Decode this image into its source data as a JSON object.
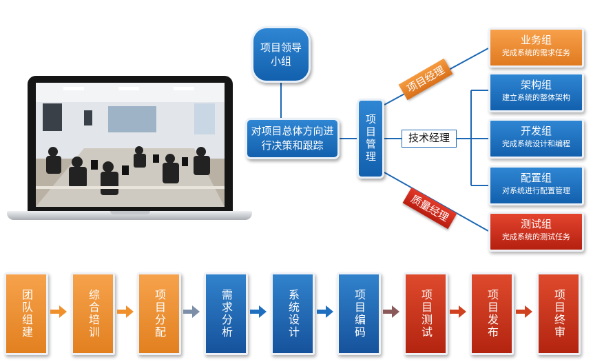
{
  "org": {
    "leader_group": "项目领导小组",
    "decision": "对项目总体方向进行决策和跟踪",
    "project_mgmt": "项目管理",
    "roles": {
      "project_manager": "项目经理",
      "tech_manager": "技术经理",
      "quality_manager": "质量经理"
    },
    "groups": [
      {
        "title": "业务组",
        "desc": "完成系统的需求任务",
        "color": "orange"
      },
      {
        "title": "架构组",
        "desc": "建立系统的整体架构",
        "color": "blue"
      },
      {
        "title": "开发组",
        "desc": "完成系统设计和编程",
        "color": "blue"
      },
      {
        "title": "配置组",
        "desc": "对系统进行配置管理",
        "color": "blue"
      },
      {
        "title": "测试组",
        "desc": "完成系统的测试任务",
        "color": "red"
      }
    ]
  },
  "process": [
    {
      "label": "团队组建",
      "color": "orange"
    },
    {
      "label": "综合培训",
      "color": "orange"
    },
    {
      "label": "项目分配",
      "color": "orange"
    },
    {
      "label": "需求分析",
      "color": "blue"
    },
    {
      "label": "系统设计",
      "color": "blue"
    },
    {
      "label": "项目编码",
      "color": "blue"
    },
    {
      "label": "项目测试",
      "color": "red"
    },
    {
      "label": "项目发布",
      "color": "red"
    },
    {
      "label": "项目终审",
      "color": "red"
    }
  ],
  "colors": {
    "orange": "#e8831f",
    "blue": "#1a66b3",
    "red": "#c52a14",
    "line": "#1b67b3"
  }
}
